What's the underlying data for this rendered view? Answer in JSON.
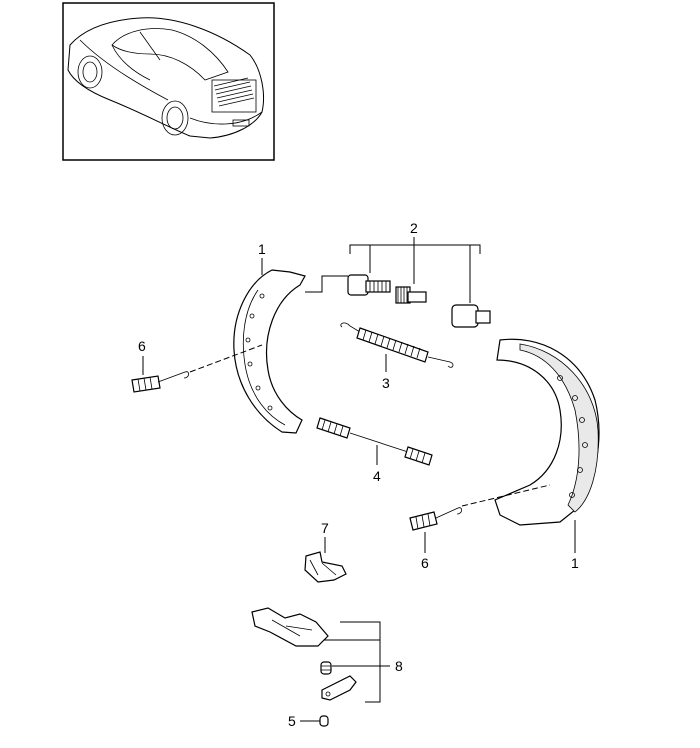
{
  "callouts": {
    "c1_left": "1",
    "c1_right": "1",
    "c2": "2",
    "c3": "3",
    "c4": "4",
    "c5": "5",
    "c6_left": "6",
    "c6_right": "6",
    "c7": "7",
    "c8": "8"
  },
  "icons": {
    "car": "car-thumbnail-icon"
  },
  "colors": {
    "line": "#000000",
    "background": "#ffffff"
  }
}
